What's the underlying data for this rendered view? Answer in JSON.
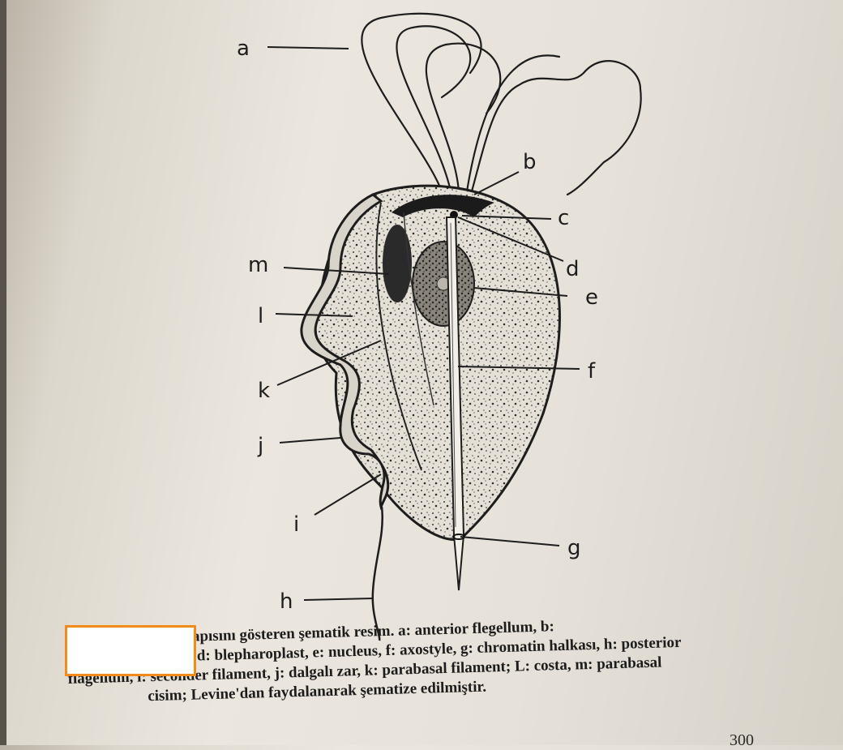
{
  "diagram": {
    "labels": {
      "a": "a",
      "b": "b",
      "c": "c",
      "d": "d",
      "e": "e",
      "f": "f",
      "g": "g",
      "h": "h",
      "i": "i",
      "j": "j",
      "k": "k",
      "l": "l",
      "m": "m"
    }
  },
  "caption": {
    "line1": "Şekil                        nas'ın genel yapısını gösteren şematik resim. a: anterior flegellum, b:",
    "line2": "pelta, c: cytostome,  d: blepharoplast, e: nucleus, f: axostyle, g: chromatin halkası, h: posterior",
    "line3": "flagellum,  i:  seconder  filament,  j:  dalgalı zar, k: parabasal filament; L: costa, m: parabasal",
    "line4": "cisim;  Levine'dan faydalanarak şematize edilmiştir."
  },
  "page_number": "300",
  "colors": {
    "redaction_border": "#f28b1a",
    "ink": "#1d1d1d"
  }
}
